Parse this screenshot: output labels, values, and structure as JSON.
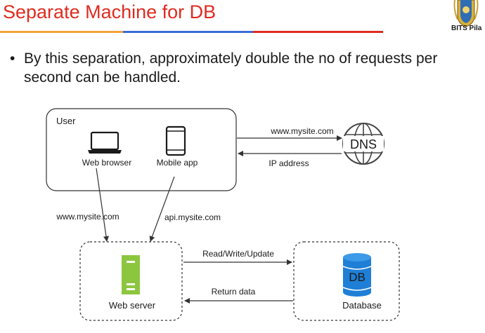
{
  "header": {
    "title": "Separate Machine for DB",
    "logo_text": "BITS Pila"
  },
  "bullet": {
    "text": "By this separation, approximately double the no of requests per second can be handled."
  },
  "diagram": {
    "user_box_label": "User",
    "web_browser_label": "Web browser",
    "mobile_app_label": "Mobile app",
    "dns_label": "DNS",
    "dns_request_label": "www.mysite.com",
    "dns_response_label": "IP address",
    "browser_request_label": "www.mysite.com",
    "mobile_request_label": "api.mysite.com",
    "web_server_label": "Web server",
    "database_label": "Database",
    "db_icon_label": "DB",
    "db_request_label": "Read/Write/Update",
    "db_response_label": "Return data"
  },
  "colors": {
    "title": "#e02b20",
    "bar_orange": "#f2a33a",
    "bar_blue": "#3b6bd6",
    "bar_red": "#e02b20",
    "server_green": "#8cc63f",
    "db_blue": "#1f7fd6"
  }
}
